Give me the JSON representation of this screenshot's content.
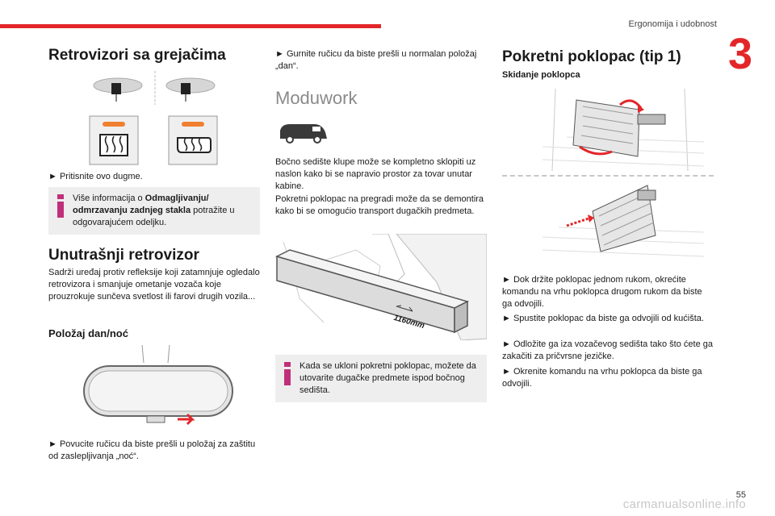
{
  "header": {
    "section_title": "Ergonomija i udobnost",
    "chapter_number": "3"
  },
  "col1": {
    "heated_mirrors": {
      "title": "Retrovizori sa grejačima",
      "step": "► Pritisnite ovo dugme.",
      "info_prefix": "Više informacija o ",
      "info_bold": "Odmagljivanju/ odmrzavanju zadnjeg stakla",
      "info_suffix": " potražite u odgovarajućem odeljku."
    },
    "inner_mirror": {
      "title": "Unutrašnji retrovizor",
      "body": "Sadrži uređaj protiv refleksije koji zatamnjuje ogledalo retrovizora i smanjuje ometanje vozača koje prouzrokuje sunčeva svetlost ili farovi drugih vozila...",
      "subtitle": "Položaj dan/noć",
      "step": "► Povucite ručicu da biste prešli u položaj za zaštitu od zaslepljivanja „noć“."
    }
  },
  "col2": {
    "step_day": "► Gurnite ručicu da biste prešli u normalan položaj „dan“.",
    "moduwork": {
      "title": "Moduwork",
      "body1": "Bočno sedište klupe može se kompletno sklopiti uz naslon kako bi se napravio prostor za tovar unutar kabine.",
      "body2": "Pokretni poklopac na pregradi može da se demontira kako bi se omogućio transport dugačkih predmeta.",
      "dimension_label": "1160mm",
      "info": "Kada se ukloni pokretni poklopac, možete da utovarite dugačke predmete ispod bočnog sedišta."
    }
  },
  "col3": {
    "title": "Pokretni poklopac (tip 1)",
    "subtitle": "Skidanje poklopca",
    "steps": [
      "► Dok držite poklopac jednom rukom, okrećite komandu na vrhu poklopca drugom rukom da biste ga odvojili.",
      "► Spustite poklopac da biste ga odvojili od kućišta.",
      "► Odložite ga iza vozačevog sedišta tako što ćete ga zakačiti za pričvrsne jezičke.",
      "► Okrenite komandu na vrhu poklopca da biste ga odvojili."
    ]
  },
  "footer": {
    "page_number": "55",
    "watermark": "carmanualsonline.info"
  },
  "colors": {
    "accent": "#e3262a",
    "info_bg": "#eeeeee",
    "info_icon": "#c0307a",
    "orange": "#f08030"
  }
}
